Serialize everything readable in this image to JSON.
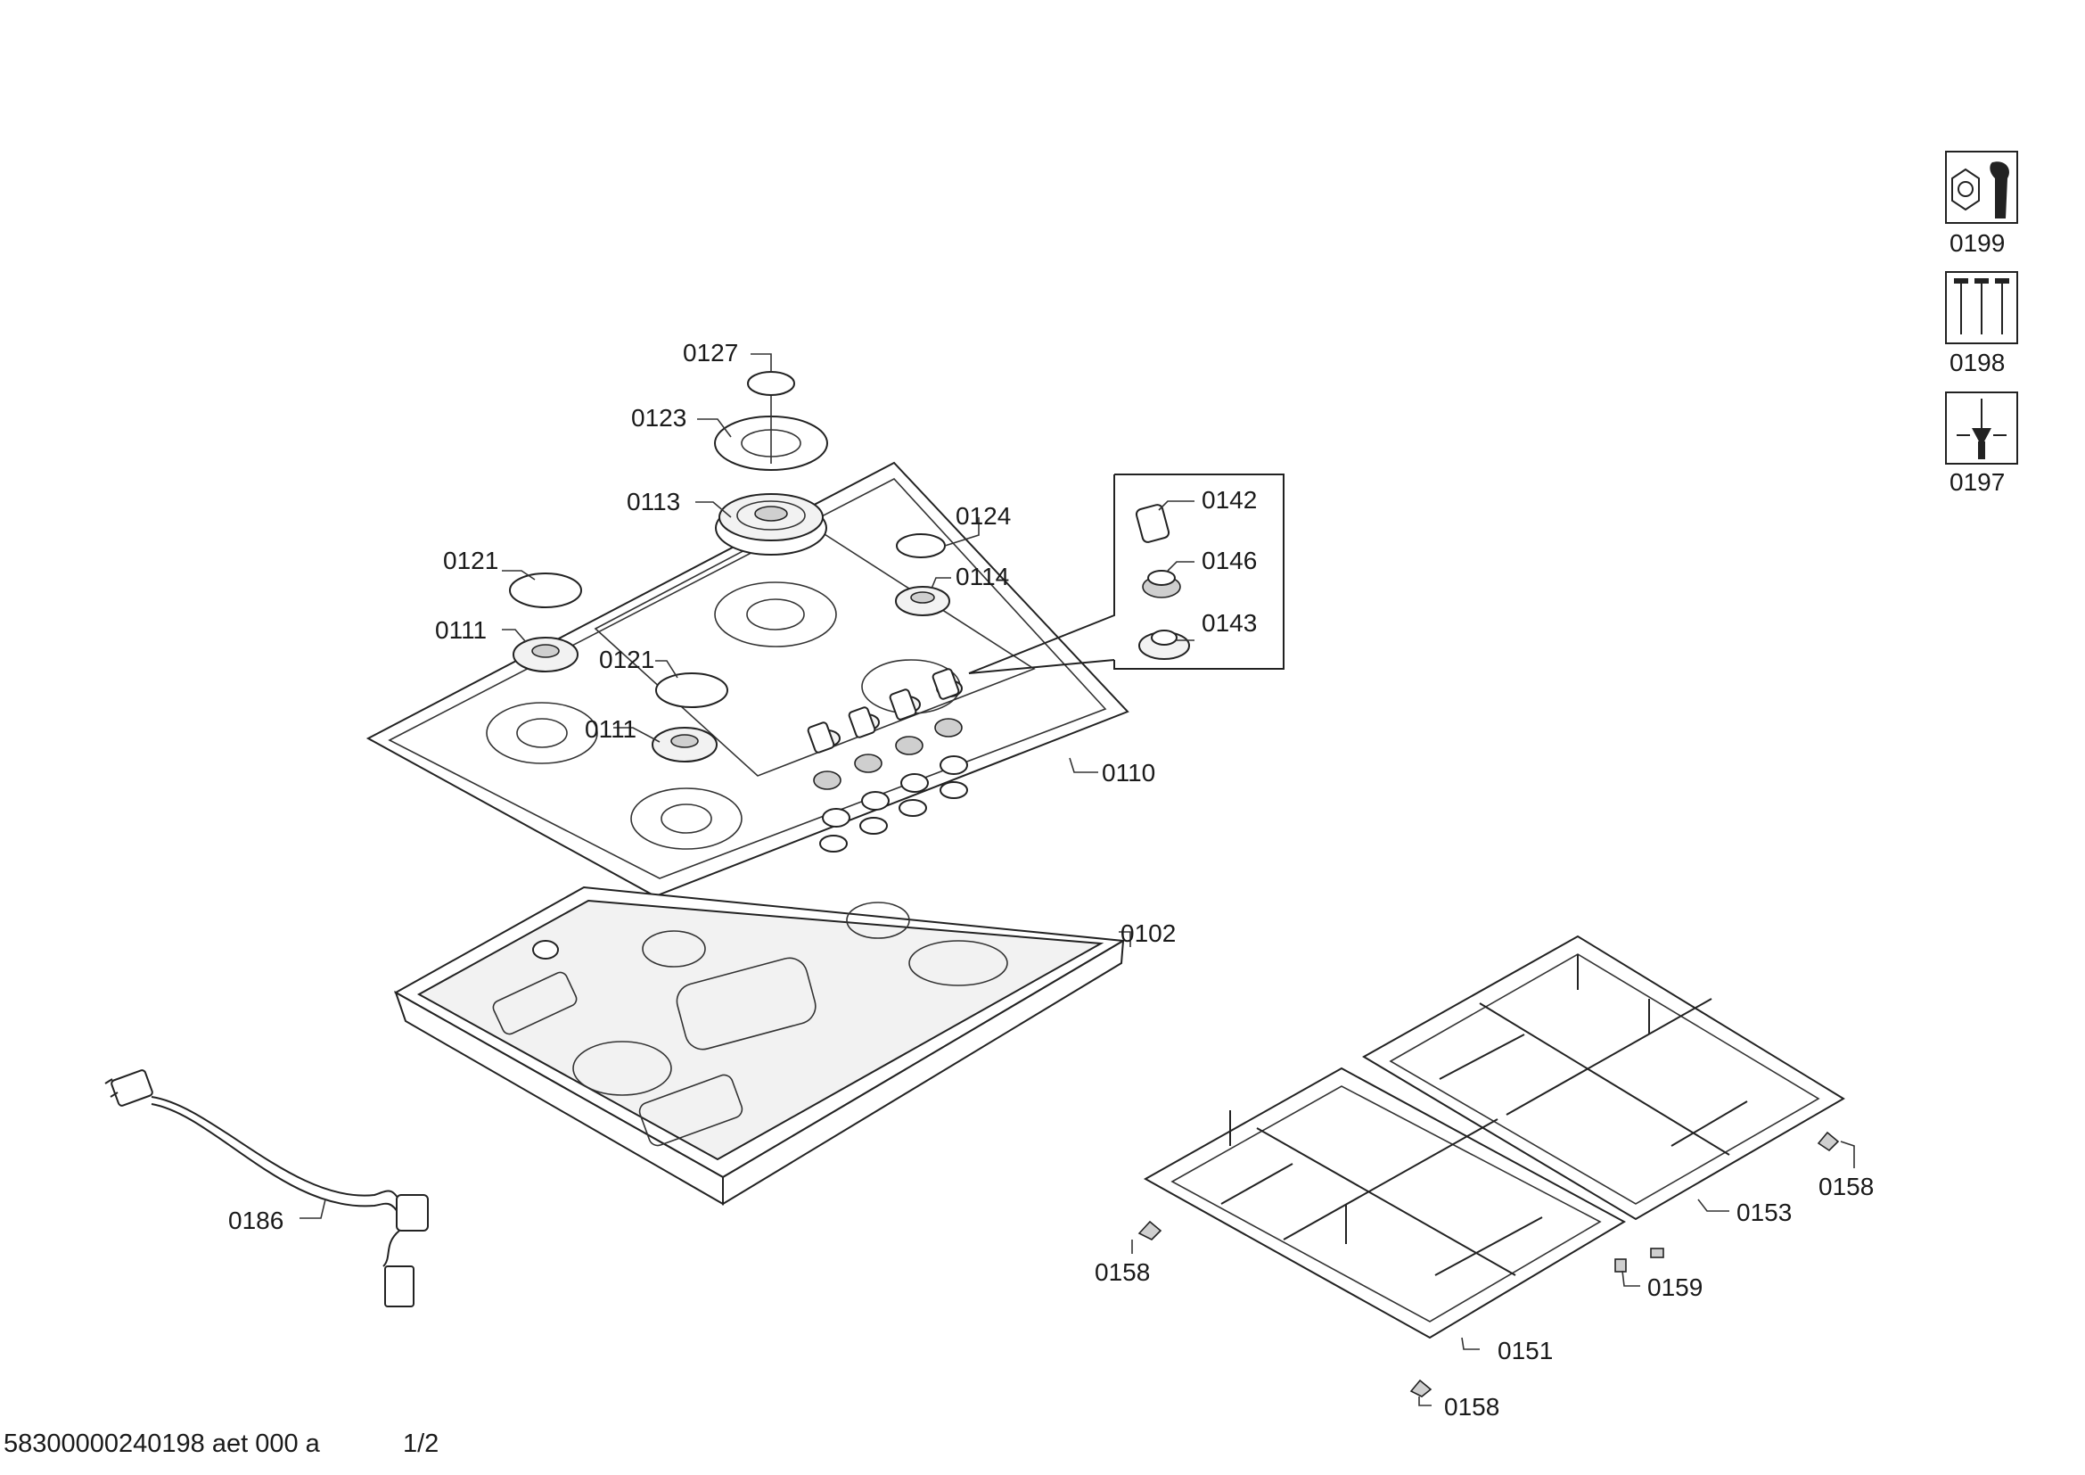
{
  "labels": {
    "p0127": "0127",
    "p0123": "0123",
    "p0113": "0113",
    "p0124": "0124",
    "p0121a": "0121",
    "p0114": "0114",
    "p0111a": "0111",
    "p0121b": "0121",
    "p0111b": "0111",
    "p0110": "0110",
    "p0142": "0142",
    "p0146": "0146",
    "p0143": "0143",
    "p0102": "0102",
    "p0186": "0186",
    "p0153": "0153",
    "p0158a": "0158",
    "p0158b": "0158",
    "p0159": "0159",
    "p0151": "0151",
    "p0158c": "0158",
    "p0199": "0199",
    "p0198": "0198",
    "p0197": "0197"
  },
  "icons": {
    "i0199": "nut-and-wrench-icon",
    "i0198": "screws-icon",
    "i0197": "screwdriver-icon"
  },
  "footer": {
    "doc_id": "58300000240198 aet 000 a",
    "page": "1/2"
  }
}
